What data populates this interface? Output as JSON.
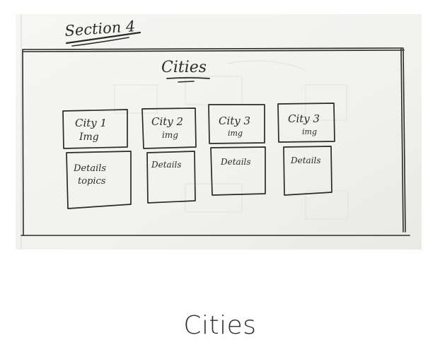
{
  "sketch": {
    "section_label": "Section 4",
    "title": "Cities",
    "cards": [
      {
        "image_line1": "City 1",
        "image_line2": "Img",
        "details_line1": "Details",
        "details_line2": "topics"
      },
      {
        "image_line1": "City 2",
        "image_line2": "img",
        "details_line1": "Details",
        "details_line2": ""
      },
      {
        "image_line1": "City 3",
        "image_line2": "img",
        "details_line1": "Details",
        "details_line2": ""
      },
      {
        "image_line1": "City 3",
        "image_line2": "img",
        "details_line1": "Details",
        "details_line2": ""
      }
    ]
  },
  "caption": "Cities",
  "colors": {
    "paper": "#f4f4f1",
    "ink": "#2a2a2a",
    "caption_text": "#2f2f2f"
  }
}
